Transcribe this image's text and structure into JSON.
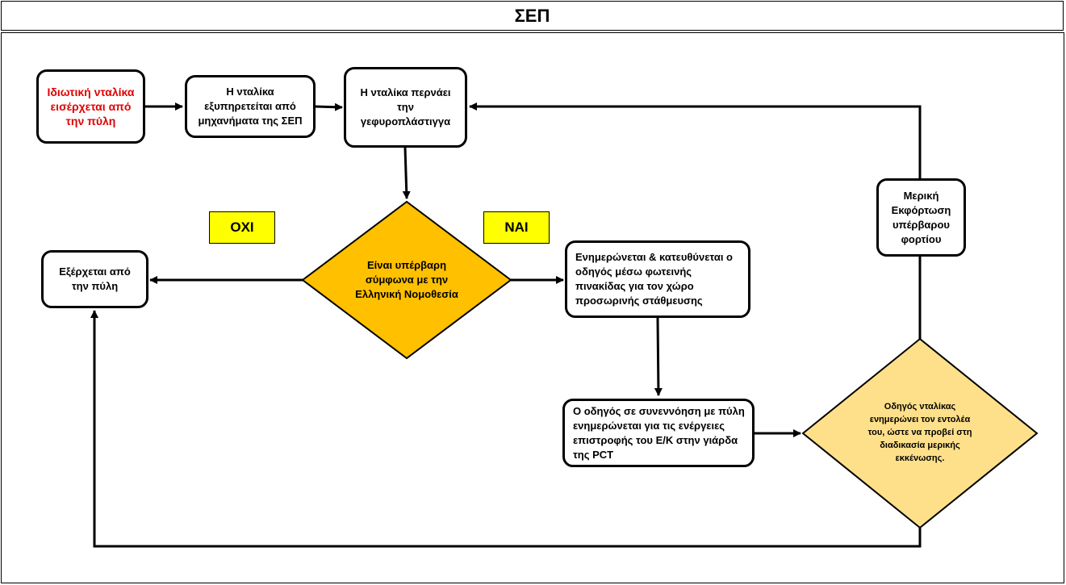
{
  "title": "ΣΕΠ",
  "nodes": {
    "entry": "Ιδιωτική νταλίκα εισέρχεται από την πύλη",
    "serviced": "Η νταλίκα εξυπηρετείται από μηχανήματα της ΣΕΠ",
    "scale": "Η νταλίκα περνάει την γεφυροπλάστιγγα",
    "decision": "Είναι υπέρβαρη σύμφωνα με την Ελληνική Νομοθεσία",
    "exit": "Εξέρχεται από την πύλη",
    "informed": "Ενημερώνεται & κατευθύνεται ο οδηγός μέσω φωτεινής πινακίδας για τον χώρο προσωρινής στάθμευσης",
    "return": "Ο οδηγός σε συνεννόηση με πύλη ενημερώνεται για τις ενέργειες επιστροφής του Ε/Κ στην γιάρδα της PCT",
    "notify": "Οδηγός νταλίκας ενημερώνει τον εντολέα του, ώστε να προβεί στη διαδικασία μερικής εκκένωσης.",
    "partial": "Μερική Εκφόρτωση υπέρβαρου φορτίου"
  },
  "labels": {
    "no": "ΟΧΙ",
    "yes": "ΝΑΙ"
  },
  "colors": {
    "decision_fill": "#ffc000",
    "notify_fill": "#ffe08a",
    "tag_fill": "#ffff00",
    "entry_text": "#e00000"
  }
}
